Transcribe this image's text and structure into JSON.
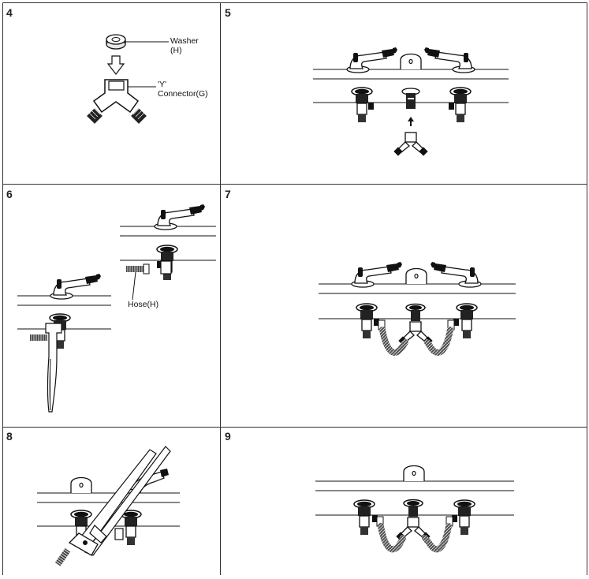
{
  "steps": {
    "s4": "4",
    "s5": "5",
    "s6": "6",
    "s7": "7",
    "s8": "8",
    "s9": "9"
  },
  "labels": {
    "washer_line1": "Washer",
    "washer_line2": "(H)",
    "yconn_line1": "'Y'",
    "yconn_line2": "Connector(G)",
    "hose": "Hose(H)"
  }
}
